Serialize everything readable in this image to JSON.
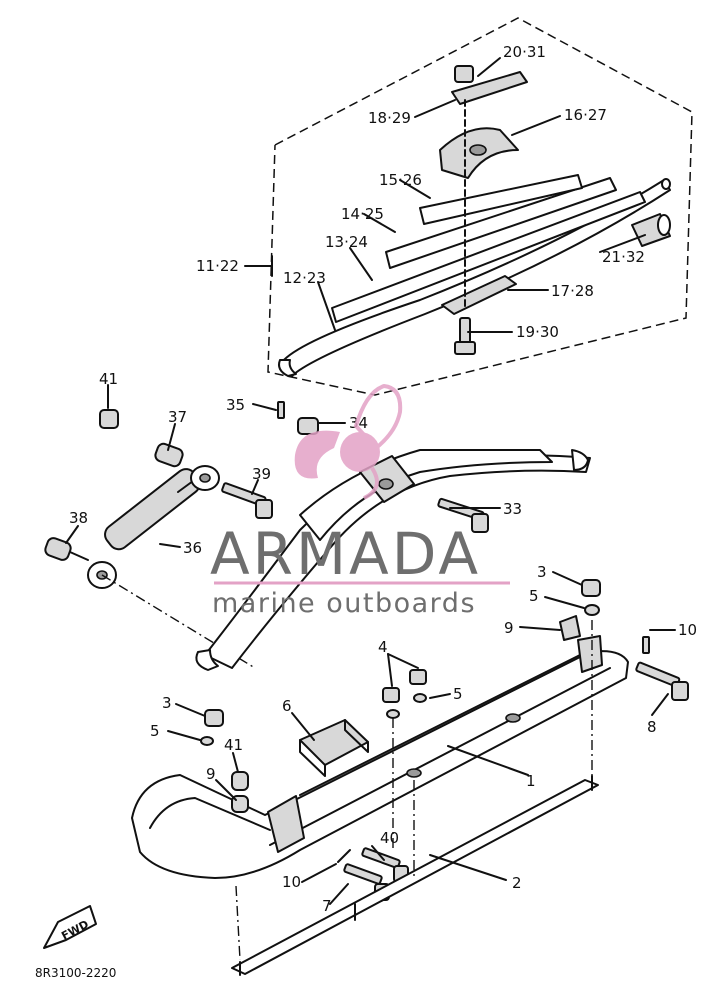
{
  "watermark": {
    "brand": "ARMADA",
    "tagline": "marine outboards",
    "colors": {
      "logo": "#e3a2c6",
      "text": "#6e6e6e"
    }
  },
  "diagram_code": "8R3100-2220",
  "fwd_badge": "FWD",
  "labels": {
    "l_20_31": "20·31",
    "l_18_29": "18·29",
    "l_16_27": "16·27",
    "l_15_26": "15·26",
    "l_14_25": "14·25",
    "l_13_24": "13·24",
    "l_11_22": "11·22",
    "l_12_23": "12·23",
    "l_21_32": "21·32",
    "l_17_28": "17·28",
    "l_19_30": "19·30",
    "l_41a": "41",
    "l_35": "35",
    "l_34": "34",
    "l_37": "37",
    "l_39": "39",
    "l_33": "33",
    "l_38": "38",
    "l_36": "36",
    "l_3a": "3",
    "l_5a": "5",
    "l_9a": "9",
    "l_10a": "10",
    "l_4": "4",
    "l_5b": "5",
    "l_8": "8",
    "l_6": "6",
    "l_3b": "3",
    "l_5c": "5",
    "l_41b": "41",
    "l_9b": "9",
    "l_1": "1",
    "l_40": "40",
    "l_10b": "10",
    "l_7": "7",
    "l_2": "2"
  }
}
